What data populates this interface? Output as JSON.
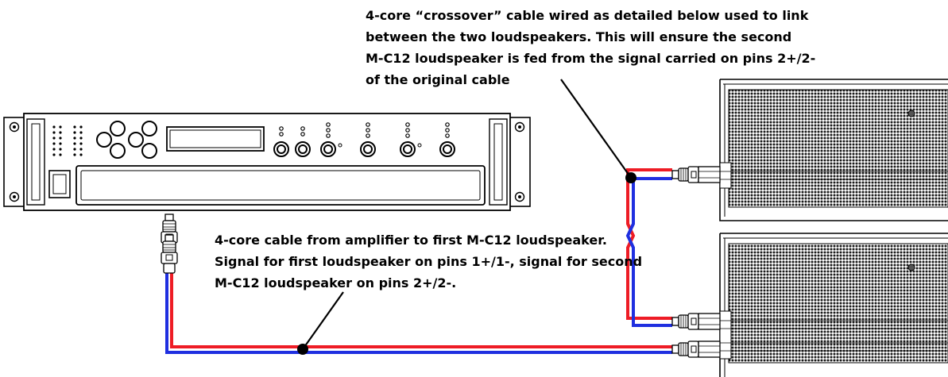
{
  "callouts": {
    "crossover": {
      "lines": [
        "4-core “crossover” cable wired as detailed below used to link",
        "between the two loudspeakers.  This will ensure the second",
        "M-C12 loudspeaker is fed from the signal carried on pins 2+/2-",
        "of the original cable"
      ]
    },
    "main_cable": {
      "lines": [
        "4-core cable from amplifier to first M-C12 loudspeaker.",
        "Signal for first loudspeaker on pins 1+/1-, signal for second",
        "M-C12 loudspeaker on pins 2+/2-."
      ]
    }
  },
  "colors": {
    "cable_red": "#ee1c25",
    "cable_blue": "#1f2fe0",
    "outline": "#000000",
    "background": "#ffffff"
  },
  "icons": [
    "amplifier-icon",
    "loudspeaker-icon",
    "speakon-connector-icon"
  ]
}
